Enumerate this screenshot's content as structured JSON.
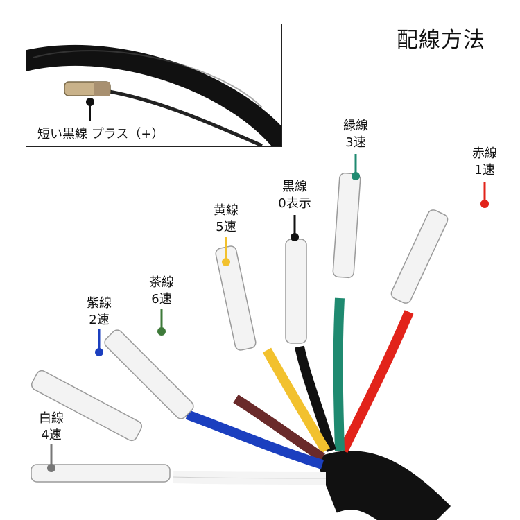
{
  "title": "配線方法",
  "inset": {
    "label": "短い黒線 プラス（+）"
  },
  "wires": [
    {
      "id": "red",
      "name": "赤線",
      "speed": "1速",
      "color": "#e2231a"
    },
    {
      "id": "green",
      "name": "緑線",
      "speed": "3速",
      "color": "#1f8a70"
    },
    {
      "id": "black",
      "name": "黒線",
      "speed": "0表示",
      "color": "#111111"
    },
    {
      "id": "yellow",
      "name": "黄線",
      "speed": "5速",
      "color": "#f2c12e"
    },
    {
      "id": "brown",
      "name": "茶線",
      "speed": "6速",
      "color": "#3e7a3a"
    },
    {
      "id": "purple",
      "name": "紫線",
      "speed": "2速",
      "color": "#1b3fbf"
    },
    {
      "id": "white",
      "name": "白線",
      "speed": "4速",
      "color": "#777777"
    }
  ]
}
